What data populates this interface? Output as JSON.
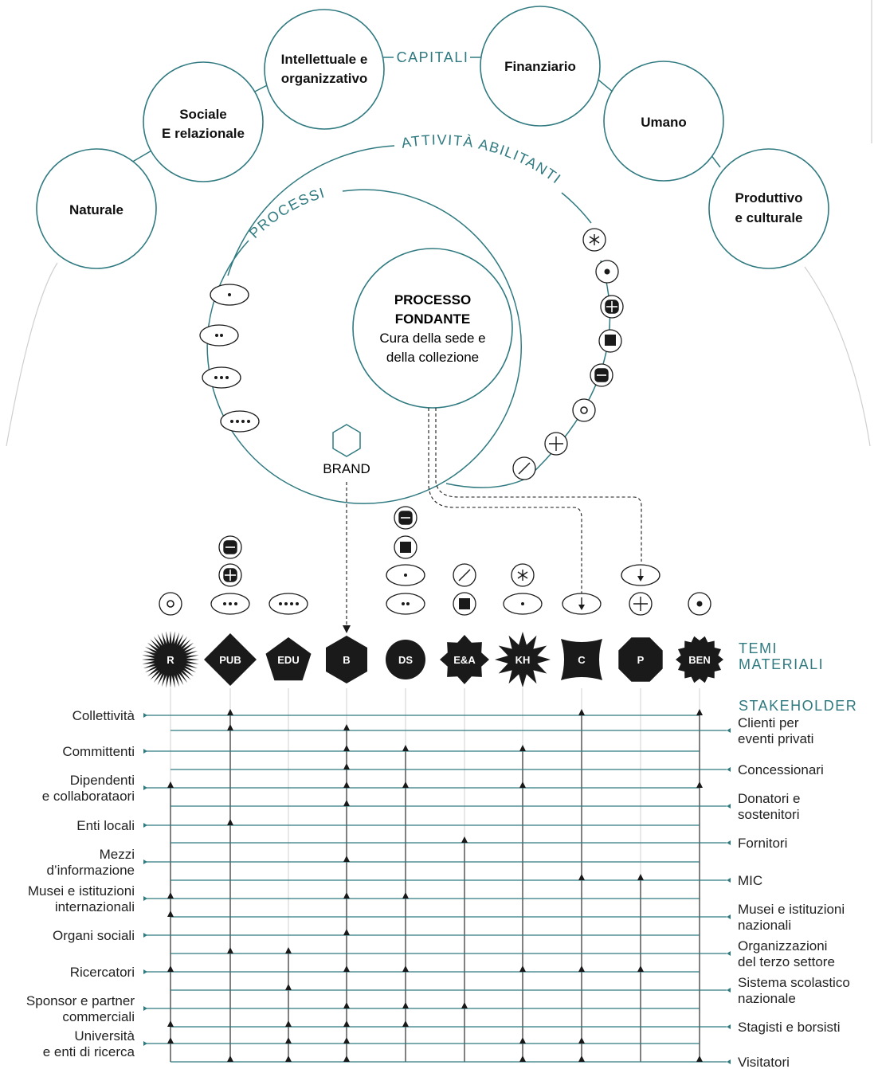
{
  "capitals_title": "CAPITALI",
  "capitals": [
    {
      "id": "naturale",
      "lines": [
        "Naturale"
      ]
    },
    {
      "id": "sociale",
      "lines": [
        "Sociale",
        "E relazionale"
      ]
    },
    {
      "id": "intellettuale",
      "lines": [
        "Intellettuale e",
        "organizzativo"
      ]
    },
    {
      "id": "finanziario",
      "lines": [
        "Finanziario"
      ]
    },
    {
      "id": "umano",
      "lines": [
        "Umano"
      ]
    },
    {
      "id": "produttivo",
      "lines": [
        "Produttivo",
        "e culturale"
      ]
    }
  ],
  "activities_title": "ATTIVITÀ ABILITANTI",
  "processes_title": "PROCESSI",
  "core_process": {
    "title_1": "PROCESSO",
    "title_2": "FONDANTE",
    "desc_1": "Cura della sede e",
    "desc_2": "della collezione"
  },
  "brand_label": "BRAND",
  "themes_header": [
    "TEMI",
    "MATERIALI"
  ],
  "stakeholders_header": "STAKEHOLDER",
  "themes": [
    {
      "code": "R",
      "shape": "starburst"
    },
    {
      "code": "PUB",
      "shape": "diamond"
    },
    {
      "code": "EDU",
      "shape": "pentagon"
    },
    {
      "code": "B",
      "shape": "hexagon"
    },
    {
      "code": "DS",
      "shape": "circle"
    },
    {
      "code": "E&A",
      "shape": "eight-point-star"
    },
    {
      "code": "KH",
      "shape": "spiky-star"
    },
    {
      "code": "C",
      "shape": "concave-square"
    },
    {
      "code": "P",
      "shape": "octagon"
    },
    {
      "code": "BEN",
      "shape": "seal"
    }
  ],
  "stakeholders_left": [
    {
      "lines": [
        "Collettività"
      ]
    },
    {
      "lines": [
        "Committenti"
      ]
    },
    {
      "lines": [
        "Dipendenti",
        "e collaborataori"
      ]
    },
    {
      "lines": [
        "Enti locali"
      ]
    },
    {
      "lines": [
        "Mezzi",
        "d’informazione"
      ]
    },
    {
      "lines": [
        "Musei e istituzioni",
        "internazionali"
      ]
    },
    {
      "lines": [
        "Organi sociali"
      ]
    },
    {
      "lines": [
        "Ricercatori"
      ]
    },
    {
      "lines": [
        "Sponsor e partner",
        "commerciali"
      ]
    },
    {
      "lines": [
        "Università",
        "e enti di ricerca"
      ]
    }
  ],
  "stakeholders_right": [
    {
      "lines": [
        "Clienti per",
        "eventi privati"
      ]
    },
    {
      "lines": [
        "Concessionari"
      ]
    },
    {
      "lines": [
        "Donatori e",
        "sostenitori"
      ]
    },
    {
      "lines": [
        "Fornitori"
      ]
    },
    {
      "lines": [
        "MIC"
      ]
    },
    {
      "lines": [
        "Musei e istituzioni",
        "nazionali"
      ]
    },
    {
      "lines": [
        "Organizzazioni",
        "del terzo settore"
      ]
    },
    {
      "lines": [
        "Sistema scolastico",
        "nazionale"
      ]
    },
    {
      "lines": [
        "Stagisti e borsisti"
      ]
    },
    {
      "lines": [
        "Visitatori"
      ]
    }
  ],
  "colors": {
    "teal": "#2f7a80",
    "ink": "#1a1a1a"
  },
  "matrix": {
    "Collettività": [
      "PUB",
      "C",
      "BEN"
    ],
    "Clienti per eventi privati": [
      "PUB",
      "B"
    ],
    "Committenti": [
      "B",
      "DS",
      "KH"
    ],
    "Concessionari": [
      "B"
    ],
    "Dipendenti e collaborataori": [
      "R",
      "B",
      "DS",
      "KH",
      "BEN"
    ],
    "Donatori e sostenitori": [
      "B"
    ],
    "Enti locali": [
      "PUB"
    ],
    "Fornitori": [
      "E&A"
    ],
    "Mezzi d’informazione": [
      "B"
    ],
    "MIC": [
      "C",
      "P"
    ],
    "Musei e istituzioni internazionali": [
      "R",
      "B",
      "DS"
    ],
    "Musei e istituzioni nazionali": [
      "R"
    ],
    "Organi sociali": [
      "B"
    ],
    "Organizzazioni del terzo settore": [
      "PUB",
      "EDU"
    ],
    "Ricercatori": [
      "R",
      "B",
      "DS",
      "KH",
      "C",
      "P"
    ],
    "Sistema scolastico nazionale": [
      "EDU"
    ],
    "Sponsor e partner commerciali": [
      "B",
      "DS",
      "E&A"
    ],
    "Stagisti e borsisti": [
      "R",
      "EDU",
      "B",
      "DS"
    ],
    "Università e enti di ricerca": [
      "R",
      "EDU",
      "B",
      "KH",
      "C"
    ],
    "Visitatori": [
      "PUB",
      "EDU",
      "B",
      "KH",
      "C",
      "BEN"
    ]
  }
}
